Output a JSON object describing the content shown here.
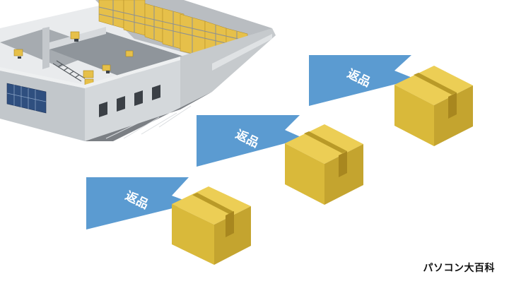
{
  "illustration": {
    "arrows": [
      {
        "label": "返品"
      },
      {
        "label": "返品"
      },
      {
        "label": "返品"
      }
    ]
  },
  "brand": {
    "text": "パソコン大百科"
  },
  "colors": {
    "arrow": "#5b9bd1",
    "box_front": "#d9b93a",
    "box_top": "#ecce55",
    "box_side": "#b99a28",
    "tape": "#a8871f",
    "warehouse_wall": "#cfd3d6",
    "warehouse_floor": "#7b7f84",
    "shelf_goods": "#e6c04a"
  },
  "icons": [
    "warehouse-icon",
    "cardboard-box-icon",
    "return-arrow-icon"
  ]
}
